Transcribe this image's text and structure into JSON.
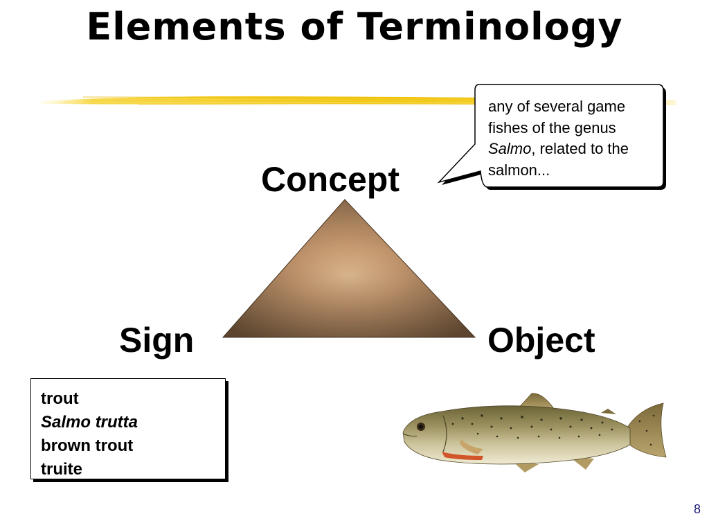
{
  "slide": {
    "title": "Elements of Terminology",
    "page_number": "8"
  },
  "triangle": {
    "top_label": "Concept",
    "left_label": "Sign",
    "right_label": "Object"
  },
  "definition_callout": {
    "text_before": "any of several game fishes of the genus ",
    "genus": "Salmo",
    "text_after": ", related to the salmon..."
  },
  "sign_terms": [
    "trout",
    "Salmo trutta",
    "brown trout",
    "truite"
  ],
  "icons": {
    "fish": "brown-trout-illustration",
    "brush_stroke": "yellow-brush-stroke"
  },
  "colors": {
    "brush": "#f2c919",
    "triangle_light": "#f6c79a",
    "triangle_dark": "#7a5c3f",
    "page_number": "#1a1a7a"
  }
}
